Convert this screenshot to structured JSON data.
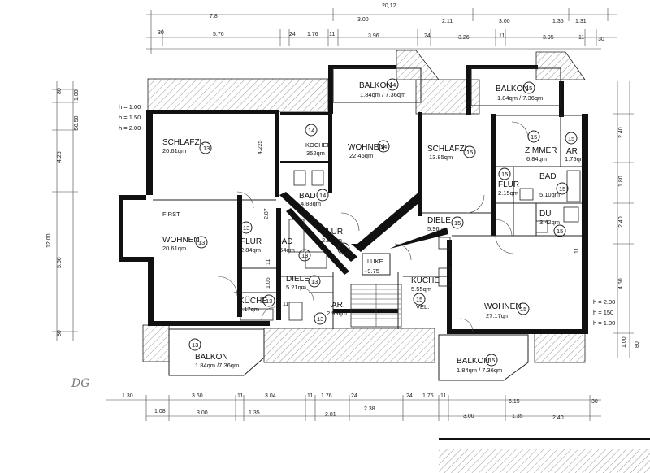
{
  "plan": {
    "floor_label": "DG",
    "top_mark": "20,12",
    "rooms": [
      {
        "id": "schlafzi-13",
        "name": "SCHLAFZI.",
        "unit": "13",
        "area": "20.61qm"
      },
      {
        "id": "kochen-14",
        "name": "KOCHEN",
        "unit": "14",
        "area": "352qm"
      },
      {
        "id": "wohnen-14",
        "name": "WOHNEN",
        "unit": "14",
        "area": "22.45qm"
      },
      {
        "id": "balkon-14",
        "name": "BALKON",
        "unit": "14",
        "area": "1.84qm / 7.36qm"
      },
      {
        "id": "balkon-15-top",
        "name": "BALKON",
        "unit": "15",
        "area": "1.84qm / 7.36qm"
      },
      {
        "id": "schlafzi-15",
        "name": "SCHLAFZI.",
        "unit": "15",
        "area": "13.85qm"
      },
      {
        "id": "zimmer-15",
        "name": "ZIMMER",
        "unit": "15",
        "area": "6.84qm"
      },
      {
        "id": "ar-15",
        "name": "AR",
        "unit": "15",
        "area": "1.75qm"
      },
      {
        "id": "bad-14",
        "name": "BAD",
        "unit": "14",
        "area": "4.88qm"
      },
      {
        "id": "bad-15",
        "name": "BAD",
        "unit": "15",
        "area": "5.10qm"
      },
      {
        "id": "flur-15",
        "name": "FLUR",
        "unit": "15",
        "area": "2.15qm"
      },
      {
        "id": "du-15",
        "name": "DU",
        "unit": "15",
        "area": "3.42qm"
      },
      {
        "id": "diele-15",
        "name": "DIELE",
        "unit": "15",
        "area": "5.96qm"
      },
      {
        "id": "wohnen-13",
        "name": "WOHNEN",
        "unit": "13",
        "area": "20.61qm"
      },
      {
        "id": "flur-13",
        "name": "FLUR",
        "unit": "13",
        "area": "2.84qm"
      },
      {
        "id": "bad-13",
        "name": "BAD",
        "unit": "13",
        "area": "654qm"
      },
      {
        "id": "flur-14",
        "name": "FLUR",
        "unit": "14",
        "area": "2.04qm"
      },
      {
        "id": "diele-13",
        "name": "DIELE",
        "unit": "13",
        "area": "5.21qm"
      },
      {
        "id": "kuche-13",
        "name": "KÜCHE",
        "unit": "13",
        "area": "5.17qm"
      },
      {
        "id": "ar-13",
        "name": "AR.",
        "unit": "13",
        "area": "2.99qm"
      },
      {
        "id": "kuche-15",
        "name": "KÜCHE",
        "unit": "15",
        "area": "5.55qm"
      },
      {
        "id": "wohnen-15",
        "name": "WOHNEN",
        "unit": "15",
        "area": "27.17qm"
      },
      {
        "id": "balkon-13",
        "name": "BALKON",
        "unit": "13",
        "area": "1.84qm /7.36qm"
      },
      {
        "id": "balkon-15-bottom",
        "name": "BALKON",
        "unit": "15",
        "area": "1.84qm / 7.36qm"
      }
    ],
    "labels": {
      "first": "FIRST",
      "luke": "LUKE",
      "stair_level": "+9.75",
      "vel": "VEL.",
      "h_left": [
        "h = 1.00",
        "h = 1.50",
        "h = 2.00"
      ],
      "h_right": [
        "h = 2.00",
        "h = 150",
        "h = 1.00"
      ]
    },
    "dims_top_row1": [
      "7.8",
      "3.00",
      "2.11",
      "3.00",
      "1.35",
      "1.31"
    ],
    "dims_top_row2": [
      "30",
      "5.76",
      "24",
      "1.76",
      "11",
      "3.96",
      "24",
      "3.26",
      "11",
      "3.95",
      "11",
      "30"
    ],
    "dims_bottom_row1": [
      "1.30",
      "3.60",
      "11",
      "3.04",
      "11",
      "1.76",
      "24",
      "24",
      "1.76",
      "11",
      "6.15",
      "30"
    ],
    "dims_bottom_row2": [
      "1.08",
      "3.00",
      "1.35",
      "2.81",
      "3.00",
      "1.35",
      "2.40"
    ],
    "dim_bottom_total": "2.38",
    "dims_left": [
      "80",
      "1.00",
      "50.50",
      "4.25",
      "12.00",
      "5.66",
      "80"
    ],
    "dims_right": [
      "2.40",
      "1.80",
      "2.40",
      "4.50",
      "1.00",
      "80"
    ],
    "dims_inner": [
      "4.225",
      "2.87",
      "1.06",
      "11",
      "11",
      "11"
    ]
  }
}
